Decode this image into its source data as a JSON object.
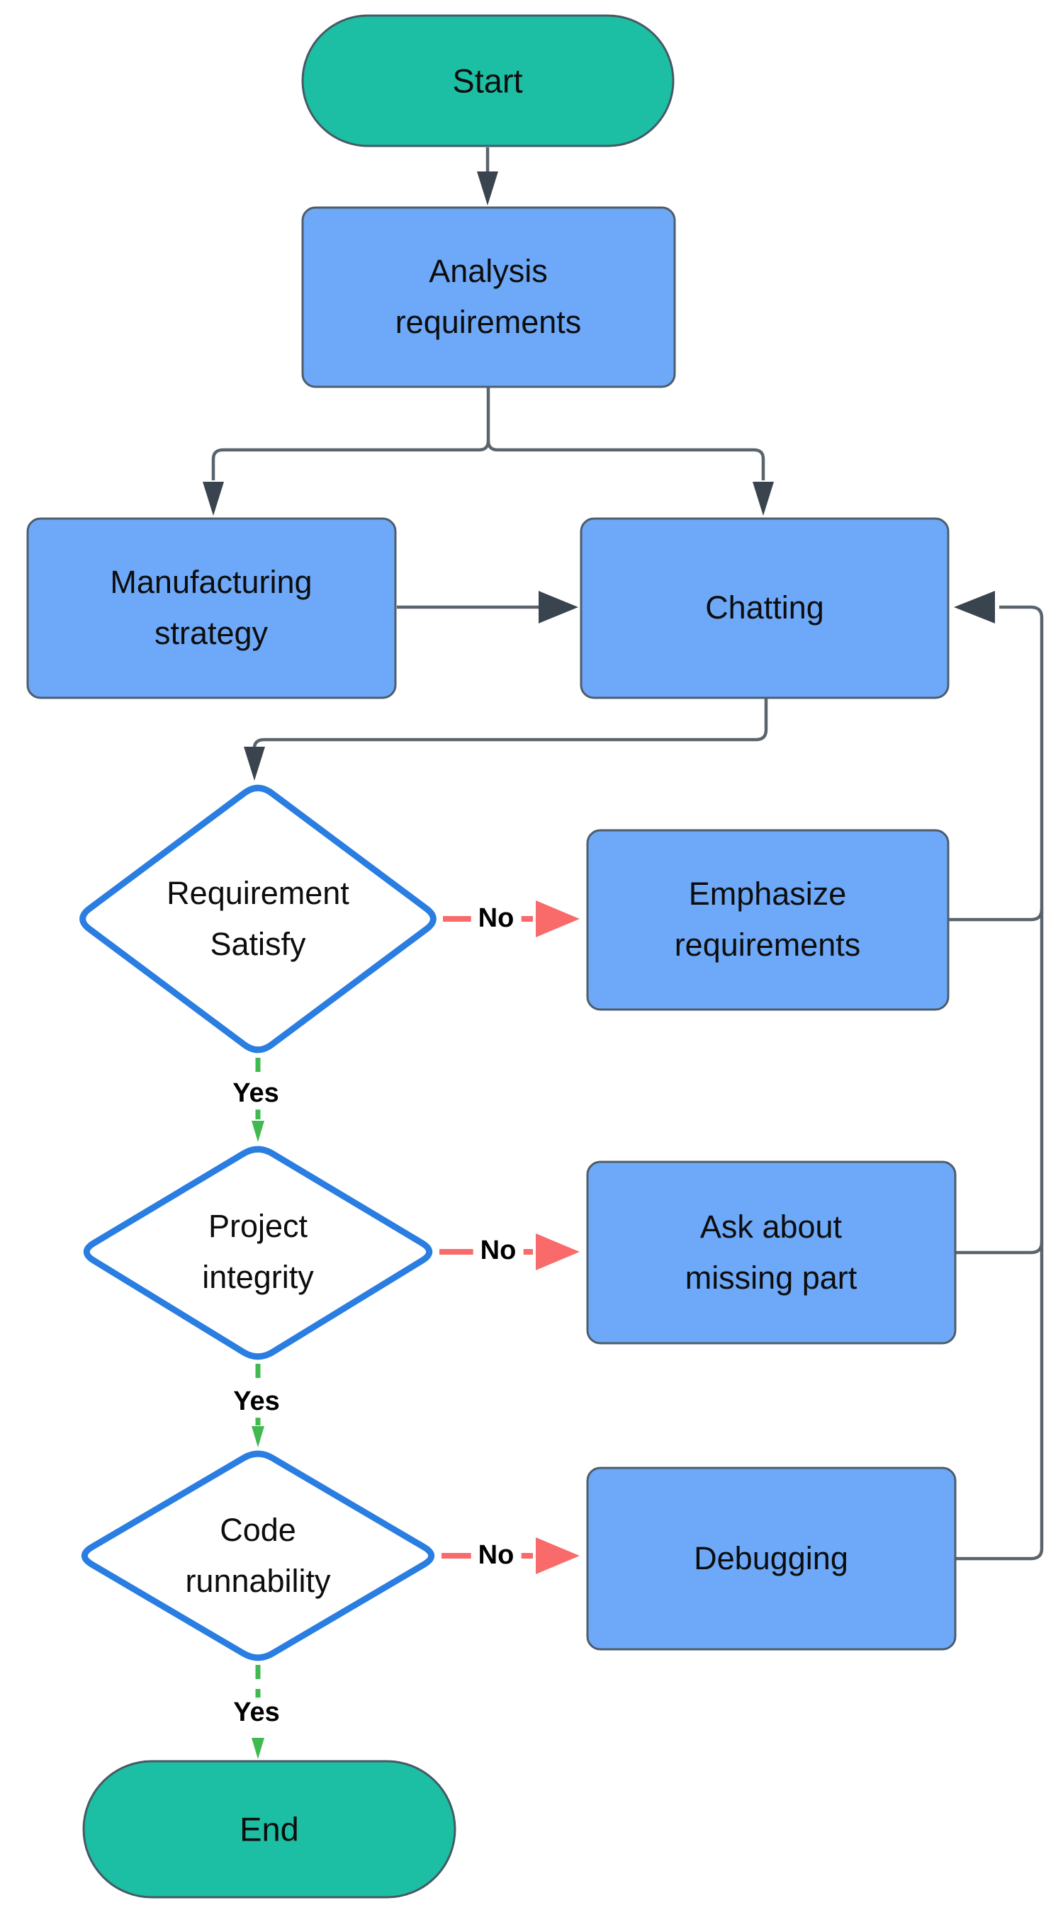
{
  "diagram_type": "flowchart",
  "background": "#ffffff",
  "colors": {
    "terminator_fill": "#1cbfa4",
    "terminator_border": "#455a64",
    "process_fill": "#6da9f8",
    "process_border": "#4d5d6b",
    "decision_fill": "#ffffff",
    "decision_border": "#2a7de1",
    "connector_line": "#5a646c",
    "connector_arrowhead": "#39444e",
    "no_edge": "#f96b6b",
    "yes_edge": "#3fb950",
    "label_text": "#0d0d0d"
  },
  "labels": {
    "start": "Start",
    "analysis": "Analysis requirements",
    "manufacturing": "Manufacturing strategy",
    "chatting": "Chatting",
    "requirement_satisfy": "Requirement Satisfy",
    "emphasize": "Emphasize requirements",
    "project_integrity": "Project integrity",
    "ask_missing": "Ask about missing part",
    "code_runnability": "Code runnability",
    "debugging": "Debugging",
    "end": "End",
    "no1": "No",
    "no2": "No",
    "no3": "No",
    "yes1": "Yes",
    "yes2": "Yes",
    "yes3": "Yes"
  },
  "flow": {
    "nodes": [
      {
        "id": "start",
        "type": "terminator",
        "label": "Start"
      },
      {
        "id": "analysis",
        "type": "process",
        "label": "Analysis requirements"
      },
      {
        "id": "manufacturing",
        "type": "process",
        "label": "Manufacturing strategy"
      },
      {
        "id": "chatting",
        "type": "process",
        "label": "Chatting"
      },
      {
        "id": "requirement_satisfy",
        "type": "decision",
        "label": "Requirement Satisfy"
      },
      {
        "id": "emphasize",
        "type": "process",
        "label": "Emphasize requirements"
      },
      {
        "id": "project_integrity",
        "type": "decision",
        "label": "Project integrity"
      },
      {
        "id": "ask_missing",
        "type": "process",
        "label": "Ask about missing part"
      },
      {
        "id": "code_runnability",
        "type": "decision",
        "label": "Code runnability"
      },
      {
        "id": "debugging",
        "type": "process",
        "label": "Debugging"
      },
      {
        "id": "end",
        "type": "terminator",
        "label": "End"
      }
    ],
    "edges": [
      {
        "from": "start",
        "to": "analysis",
        "label": "",
        "style": "dark"
      },
      {
        "from": "analysis",
        "to": "manufacturing",
        "label": "",
        "style": "dark"
      },
      {
        "from": "analysis",
        "to": "chatting",
        "label": "",
        "style": "dark"
      },
      {
        "from": "manufacturing",
        "to": "chatting",
        "label": "",
        "style": "dark"
      },
      {
        "from": "chatting",
        "to": "requirement_satisfy",
        "label": "",
        "style": "dark"
      },
      {
        "from": "requirement_satisfy",
        "to": "emphasize",
        "label": "No",
        "style": "red"
      },
      {
        "from": "requirement_satisfy",
        "to": "project_integrity",
        "label": "Yes",
        "style": "green-dashed"
      },
      {
        "from": "project_integrity",
        "to": "ask_missing",
        "label": "No",
        "style": "red"
      },
      {
        "from": "project_integrity",
        "to": "code_runnability",
        "label": "Yes",
        "style": "green-dashed"
      },
      {
        "from": "code_runnability",
        "to": "debugging",
        "label": "No",
        "style": "red"
      },
      {
        "from": "code_runnability",
        "to": "end",
        "label": "Yes",
        "style": "green-dashed"
      },
      {
        "from": "emphasize",
        "to": "chatting",
        "label": "",
        "style": "dark"
      },
      {
        "from": "ask_missing",
        "to": "chatting",
        "label": "",
        "style": "dark"
      },
      {
        "from": "debugging",
        "to": "chatting",
        "label": "",
        "style": "dark"
      }
    ]
  }
}
